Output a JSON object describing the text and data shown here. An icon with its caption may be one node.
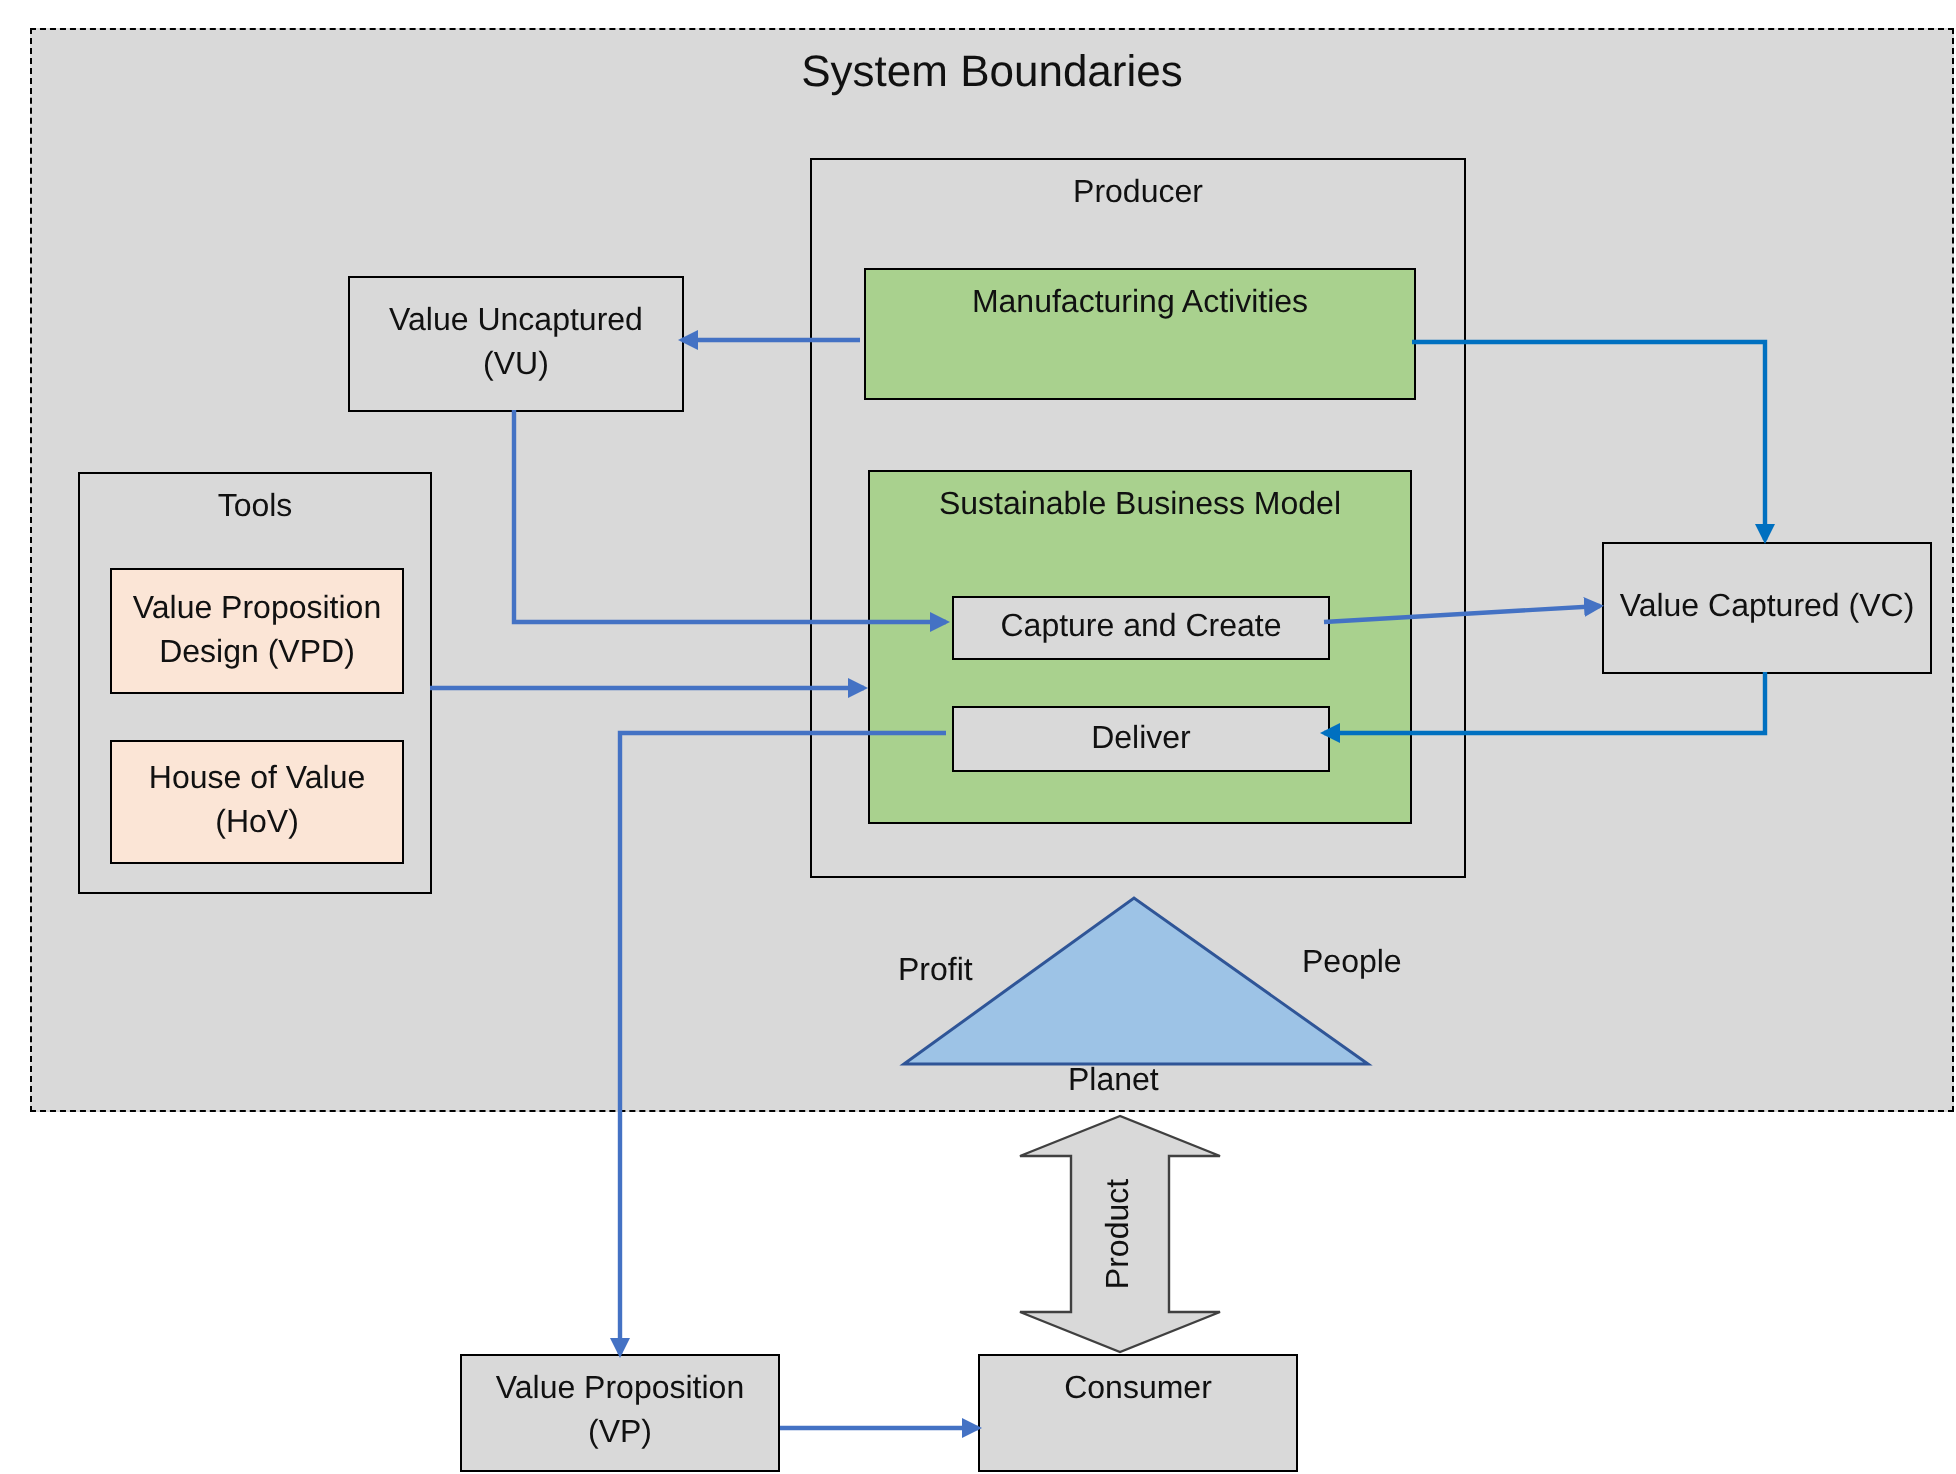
{
  "diagram": {
    "nodes": [
      {
        "text": [
          "System Boundaries"
        ]
      },
      {
        "text": [
          "Producer"
        ],
        "in": 0
      },
      {
        "text": [
          "Manufacturing Activities"
        ],
        "in": 1
      },
      {
        "text": [
          "Sustainable Business Model"
        ],
        "in": 1
      },
      {
        "text": [
          "Capture and Create"
        ],
        "in": 3
      },
      {
        "text": [
          "Deliver"
        ],
        "in": 3
      },
      {
        "text": [
          "Value Uncaptured (VU)"
        ],
        "in": 0
      },
      {
        "text": [
          "Tools"
        ],
        "in": 0
      },
      {
        "text": [
          "Value Proposition Design (VPD)"
        ],
        "in": 7
      },
      {
        "text": [
          "House of Value (HoV)"
        ],
        "in": 7
      },
      {
        "text": [
          "Value Captured (VC)"
        ],
        "in": 0
      },
      {
        "text": [],
        "shape": "triangle",
        "in": 0,
        "beside": [
          "Profit",
          "People",
          "Planet"
        ]
      },
      {
        "text": [
          "Value Proposition (VP)"
        ]
      },
      {
        "text": [
          "Consumer"
        ]
      }
    ],
    "edges": [
      {
        "from": 2,
        "to": 6,
        "arrow": "to"
      },
      {
        "from": 2,
        "to": 10,
        "arrow": "to",
        "color": "#0070c0"
      },
      {
        "from": 6,
        "to": 4,
        "arrow": "to"
      },
      {
        "from": 4,
        "to": 10,
        "arrow": "to"
      },
      {
        "from": 10,
        "to": 5,
        "arrow": "to",
        "color": "#0070c0"
      },
      {
        "from": 7,
        "to": 3,
        "arrow": "to"
      },
      {
        "from": 5,
        "to": 12,
        "arrow": "to"
      },
      {
        "from": 12,
        "to": 13,
        "arrow": "to"
      },
      {
        "from": 11,
        "to": 13,
        "arrow": "both",
        "label": "Product",
        "style": "thick"
      }
    ]
  }
}
